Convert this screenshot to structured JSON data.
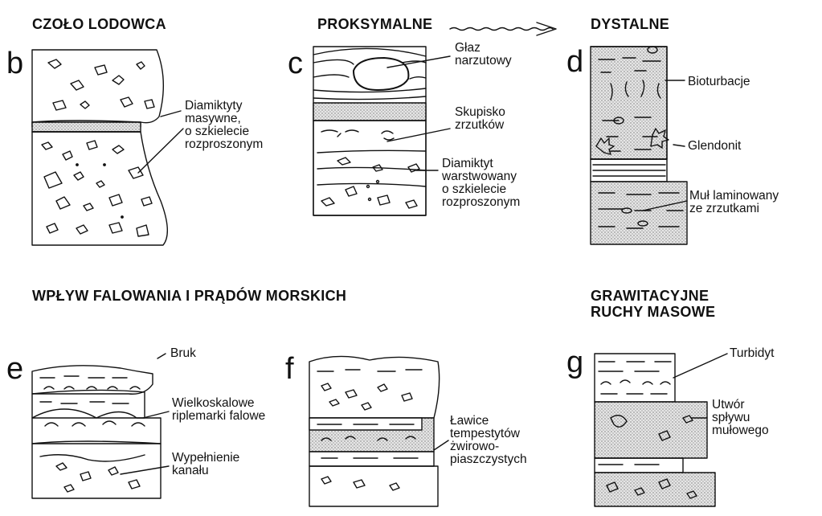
{
  "headings": {
    "czolo": "CZOŁO LODOWCA",
    "proksymalne": "PROKSYMALNE",
    "dystalne": "DYSTALNE",
    "wplyw": "WPŁYW FALOWANIA I PRĄDÓW MORSKICH",
    "grawitacyjne": "GRAWITACYJNE\nRUCHY MASOWE"
  },
  "panels": {
    "b": {
      "letter": "b",
      "labels": [
        "Diamiktyty\nmasywne,\no szkielecie\nrozproszonym"
      ]
    },
    "c": {
      "letter": "c",
      "labels": [
        "Głaz\nnarzutowy",
        "Skupisko\nzrzutków",
        "Diamiktyt\nwarstwowany\no szkielecie\nrozproszonym"
      ]
    },
    "d": {
      "letter": "d",
      "labels": [
        "Bioturbacje",
        "Glendonit",
        "Muł laminowany\nze zrzutkami"
      ]
    },
    "e": {
      "letter": "e",
      "labels": [
        "Bruk",
        "Wielkoskalowe\nriplemarki falowe",
        "Wypełnienie\nkanału"
      ]
    },
    "f": {
      "letter": "f",
      "labels": [
        "Ławice\ntempestytów\nżwirowo-\npiaszczystych"
      ]
    },
    "g": {
      "letter": "g",
      "labels": [
        "Turbidyt",
        "Utwór\nspływu\nmułowego"
      ]
    }
  },
  "colors": {
    "ink": "#111111",
    "stipple": "#b8b8b8",
    "paper": "#ffffff"
  }
}
